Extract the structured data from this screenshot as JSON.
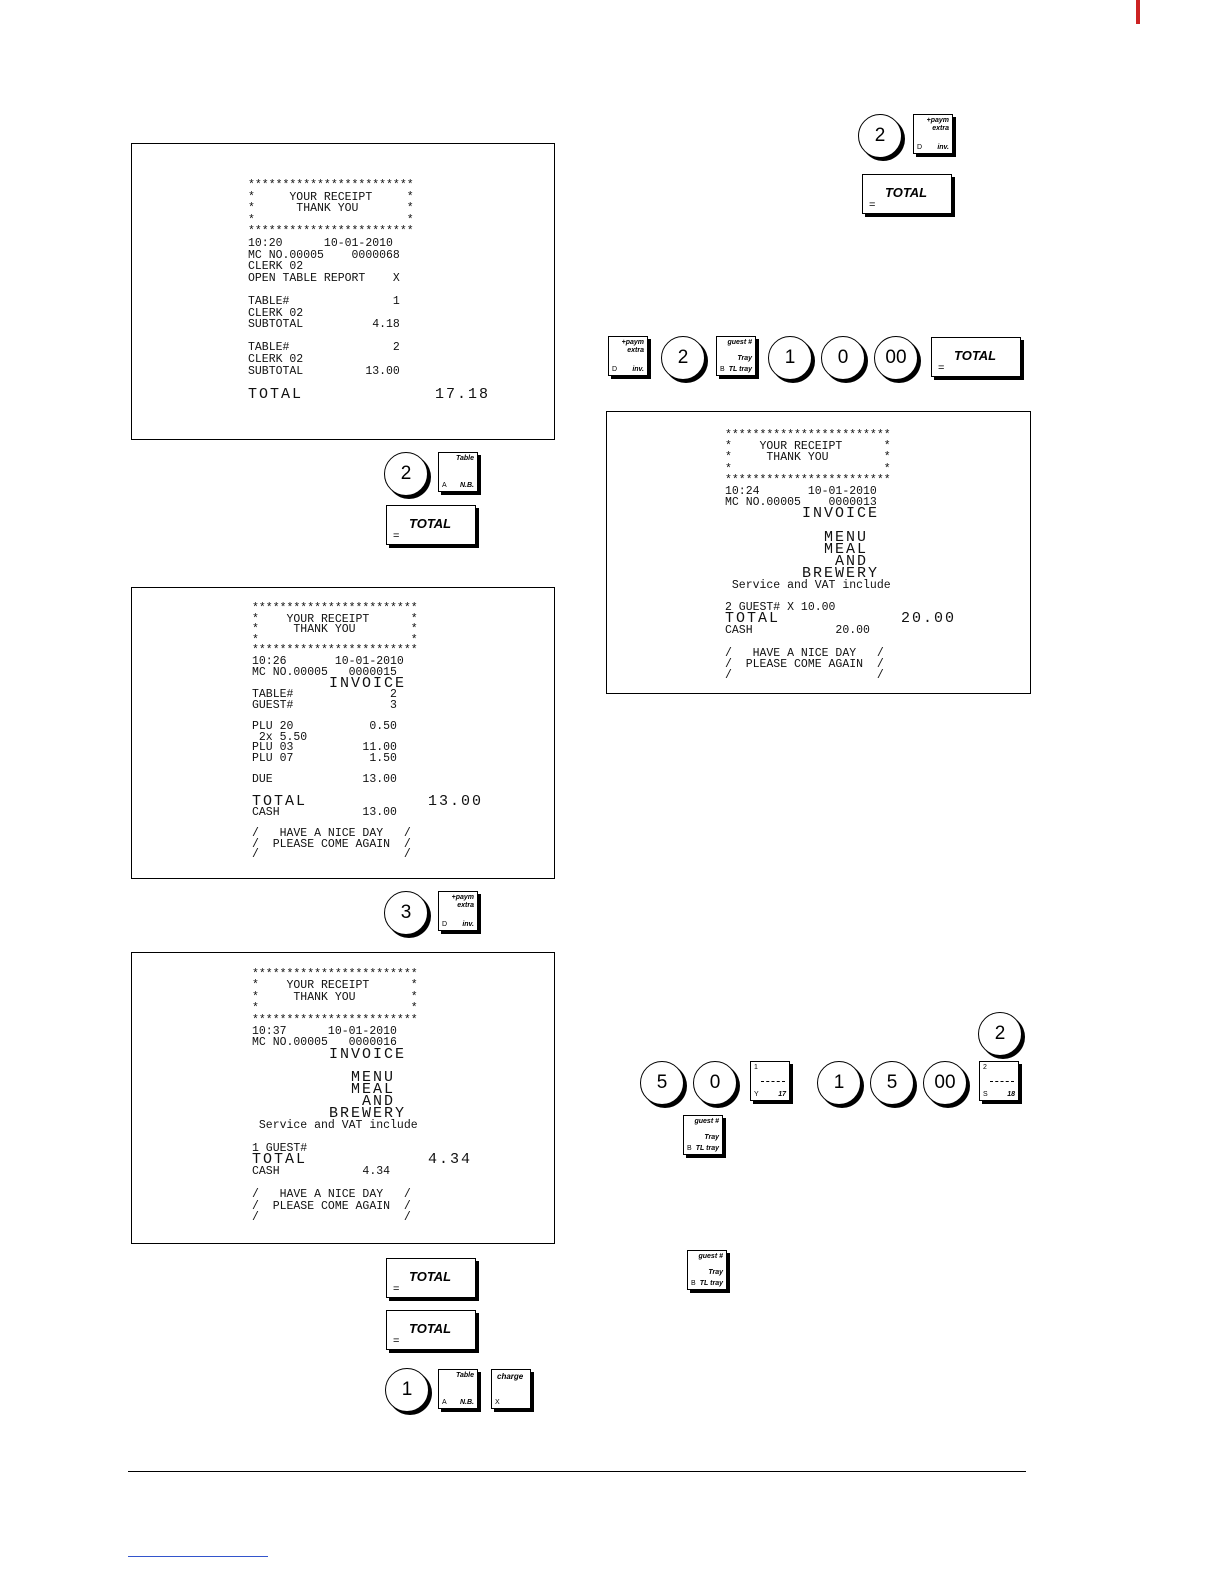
{
  "receipts": {
    "r1": {
      "lines": [
        "************************",
        "*     YOUR RECEIPT     *",
        "*      THANK YOU       *",
        "*                      *",
        "************************",
        "10:20      10-01-2010",
        "MC NO.00005    0000068",
        "CLERK 02",
        "OPEN TABLE REPORT    X",
        "",
        "TABLE#               1",
        "CLERK 02",
        "SUBTOTAL          4.18",
        "",
        "TABLE#               2",
        "CLERK 02",
        "SUBTOTAL         13.00",
        "",
        "TOTAL            17.18"
      ]
    },
    "r2": {
      "lines": [
        "************************",
        "*    YOUR RECEIPT      *",
        "*     THANK YOU        *",
        "*                      *",
        "************************",
        "10:26       10-01-2010",
        "MC NO.00005   0000015",
        "       INVOICE",
        "TABLE#              2",
        "GUEST#              3",
        "",
        "PLU 20           0.50",
        " 2x 5.50",
        "PLU 03          11.00",
        "PLU 07           1.50",
        "",
        "DUE             13.00",
        "",
        "TOTAL           13.00",
        "CASH            13.00",
        "",
        "/   HAVE A NICE DAY   /",
        "/  PLEASE COME AGAIN  /",
        "/                     /"
      ]
    },
    "r3": {
      "lines": [
        "************************",
        "*    YOUR RECEIPT      *",
        "*     THANK YOU        *",
        "*                      *",
        "************************",
        "10:37      10-01-2010",
        "MC NO.00005   0000016",
        "       INVOICE",
        "",
        "         MENU",
        "         MEAL",
        "          AND",
        "       BREWERY",
        " Service and VAT include",
        "",
        "1 GUEST#",
        "TOTAL           4.34",
        "CASH            4.34",
        "",
        "/   HAVE A NICE DAY   /",
        "/  PLEASE COME AGAIN  /",
        "/                     /"
      ]
    },
    "r4": {
      "lines": [
        "************************",
        "*    YOUR RECEIPT      *",
        "*     THANK YOU        *",
        "*                      *",
        "************************",
        "10:24       10-01-2010",
        "MC NO.00005    0000013",
        "       INVOICE",
        "",
        "         MENU",
        "         MEAL",
        "          AND",
        "       BREWERY",
        " Service and VAT include",
        "",
        "2 GUEST# X 10.00",
        "TOTAL           20.00",
        "CASH            20.00",
        "",
        "/   HAVE A NICE DAY   /",
        "/  PLEASE COME AGAIN  /",
        "/                     /"
      ]
    }
  },
  "keys": {
    "total": "TOTAL",
    "equals": "=",
    "table_top": "Table",
    "table_a": "A",
    "table_nb": "N.B.",
    "paym_top": "+paym\nextra",
    "paym_d": "D",
    "paym_inv": "inv.",
    "guest_top": "guest #",
    "guest_tray": "Tray",
    "guest_b": "B",
    "guest_tl": "TL tray",
    "charge_top": "charge",
    "charge_x": "X",
    "dept1_top": "1",
    "dept1_y": "Y",
    "dept1_17": "17",
    "dept2_top": "2",
    "dept2_s": "S",
    "dept2_18": "18",
    "num_1": "1",
    "num_2": "2",
    "num_3": "3",
    "num_5": "5",
    "num_0": "0",
    "num_00": "00"
  }
}
